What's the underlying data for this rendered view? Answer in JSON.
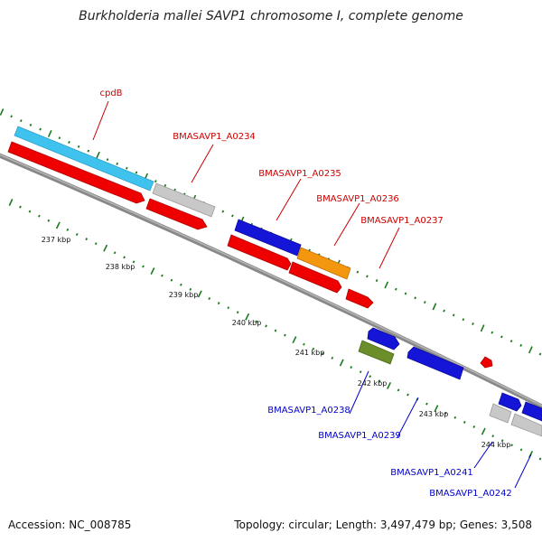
{
  "header": {
    "title": "Burkholderia mallei SAVP1 chromosome I, complete genome"
  },
  "footer": {
    "accession": "Accession: NC_008785",
    "summary": "Topology: circular; Length: 3,497,479 bp; Genes: 3,508"
  },
  "colors": {
    "forward_label": "#cc0000",
    "reverse_label": "#0000cc",
    "backbone": "#7a7a7a",
    "tick": "#1a7a1a"
  },
  "scale_labels": [
    "237 kbp",
    "238 kbp",
    "239 kbp",
    "240 kbp",
    "241 kbp",
    "242 kbp",
    "243 kbp",
    "244 kbp"
  ],
  "gene_labels": [
    {
      "text": "cpdB",
      "strand": "forward"
    },
    {
      "text": "BMASAVP1_A0234",
      "strand": "forward"
    },
    {
      "text": "BMASAVP1_A0235",
      "strand": "forward"
    },
    {
      "text": "BMASAVP1_A0236",
      "strand": "forward"
    },
    {
      "text": "BMASAVP1_A0237",
      "strand": "forward"
    },
    {
      "text": "BMASAVP1_A0238",
      "strand": "reverse"
    },
    {
      "text": "BMASAVP1_A0239",
      "strand": "reverse"
    },
    {
      "text": "BMASAVP1_A0241",
      "strand": "reverse"
    },
    {
      "text": "BMASAVP1_A0242",
      "strand": "reverse"
    }
  ]
}
